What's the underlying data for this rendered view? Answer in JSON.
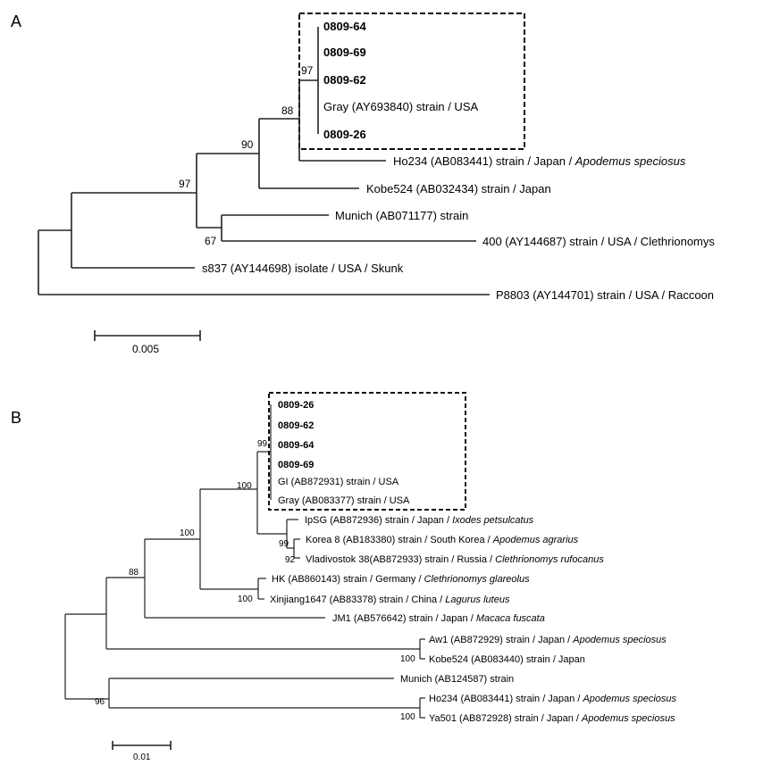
{
  "panel_a": {
    "label": "A",
    "leaves": {
      "s0809_64": "0809-64",
      "s0809_69": "0809-69",
      "s0809_62": "0809-62",
      "gray": "Gray (AY693840) strain / USA",
      "s0809_26": "0809-26",
      "ho234": "Ho234 (AB083441) strain / Japan / ",
      "ho234_host": "Apodemus speciosus",
      "kobe524": "Kobe524 (AB032434) strain / Japan",
      "munich": "Munich (AB071177) strain",
      "s400": "400 (AY144687) strain / USA / Clethrionomys",
      "s837": "s837 (AY144698) isolate / USA / Skunk",
      "p8803": "P8803 (AY144701) strain / USA / Raccoon"
    },
    "bootstrap": {
      "b97a": "97",
      "b88": "88",
      "b90": "90",
      "b97b": "97",
      "b67": "67"
    },
    "scale_label": "0.005"
  },
  "panel_b": {
    "label": "B",
    "leaves": {
      "s0809_26": "0809-26",
      "s0809_62": "0809-62",
      "s0809_64": "0809-64",
      "s0809_69": "0809-69",
      "gi": "GI (AB872931) strain / USA",
      "gray": "Gray (AB083377) strain / USA",
      "ipsg": "IpSG (AB872936) strain / Japan / ",
      "ipsg_host": "Ixodes petsulcatus",
      "korea8": "Korea 8 (AB183380) strain / South Korea / ",
      "korea8_host": "Apodemus agrarius",
      "vlad": "Vladivostok 38(AB872933) strain / Russia / ",
      "vlad_host": "Clethrionomys rufocanus",
      "hk": "HK (AB860143) strain / Germany / ",
      "hk_host": "Clethrionomys glareolus",
      "xinjiang": "Xinjiang1647 (AB83378) strain / China / ",
      "xinjiang_host": "Lagurus luteus",
      "jm1": "JM1 (AB576642) strain / Japan / ",
      "jm1_host": "Macaca fuscata",
      "aw1": "Aw1 (AB872929) strain / Japan / ",
      "aw1_host": "Apodemus speciosus",
      "kobe524": "Kobe524 (AB083440) strain / Japan",
      "munich": "Munich (AB124587) strain",
      "ho234": "Ho234 (AB083441) strain / Japan / ",
      "ho234_host": "Apodemus speciosus",
      "ya501": "Ya501 (AB872928) strain / Japan / ",
      "ya501_host": "Apodemus speciosus"
    },
    "bootstrap": {
      "b99a": "99",
      "b100a": "100",
      "b100b": "100",
      "b99b": "99",
      "b92": "92",
      "b100c": "100",
      "b88": "88",
      "b100d": "100",
      "b96": "96",
      "b100e": "100"
    },
    "scale_label": "0.01"
  }
}
